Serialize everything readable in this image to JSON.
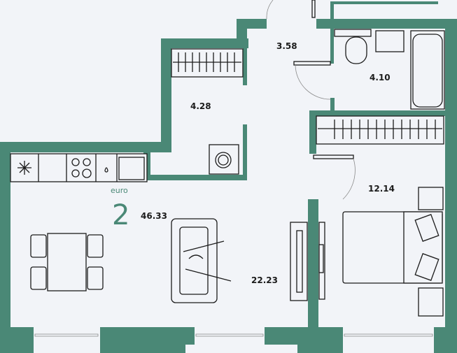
{
  "plan": {
    "layout_type": "euro",
    "rooms_count": "2",
    "total_area": "46.33",
    "rooms": [
      {
        "name": "hall",
        "area": "3.58"
      },
      {
        "name": "bathroom",
        "area": "4.10"
      },
      {
        "name": "corridor-wardrobe",
        "area": "4.28"
      },
      {
        "name": "bedroom",
        "area": "12.14"
      },
      {
        "name": "kitchen-living",
        "area": "22.23"
      }
    ]
  },
  "colors": {
    "wall": "#4a8876",
    "floor": "#f2f4f8",
    "accent": "#4a8876"
  }
}
